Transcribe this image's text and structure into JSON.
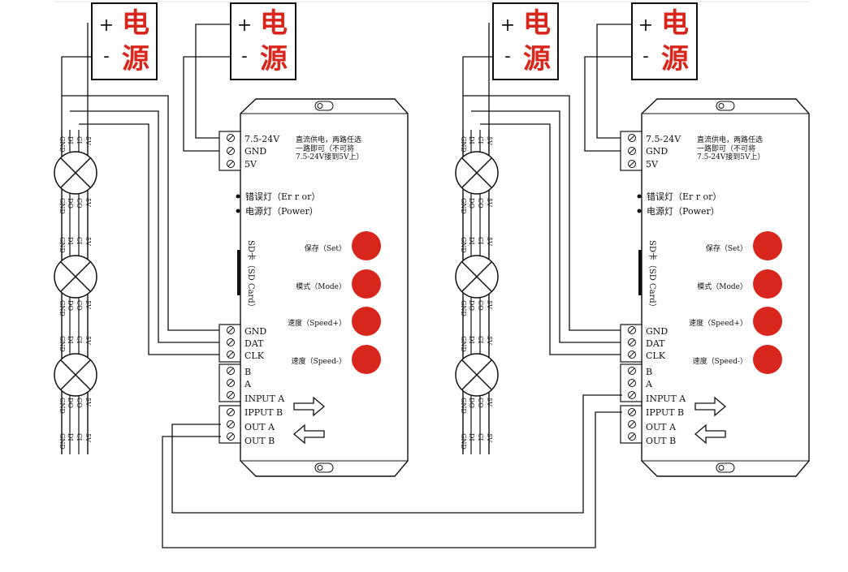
{
  "power_supply": {
    "plus": "+",
    "minus": "-",
    "label_char_1": "电",
    "label_char_2": "源"
  },
  "power_terminals": [
    "7.5-24V",
    "GND",
    "5V"
  ],
  "power_note": [
    "直流供电，两路任选",
    "一路即可（不可将",
    "7.5-24V接到5V上）"
  ],
  "indicators": {
    "error": "错误灯（Er r or）",
    "power": "电源灯（Power）"
  },
  "sd_card": "SD卡（SD Card）",
  "buttons": [
    {
      "label": "保存（Set）",
      "color": "#d9261c"
    },
    {
      "label": "模式（Mode）",
      "color": "#d9261c"
    },
    {
      "label": "速度（Speed+）",
      "color": "#d9261c"
    },
    {
      "label": "速度（Speed-）",
      "color": "#d9261c"
    }
  ],
  "signal_terminals": [
    "GND",
    "DAT",
    "CLK"
  ],
  "ab_terminals": [
    "B",
    "A"
  ],
  "io_terminals": [
    "INPUT A",
    "IPPUT B",
    "OUT A",
    "OUT B"
  ],
  "strip_pins_top": [
    "GND",
    "DI",
    "CI",
    "5V"
  ],
  "strip_pins_bottom": [
    "GND",
    "DO",
    "CO",
    "5V"
  ],
  "colors": {
    "accent_red": "#d9261c",
    "line": "#1a1a1a"
  }
}
